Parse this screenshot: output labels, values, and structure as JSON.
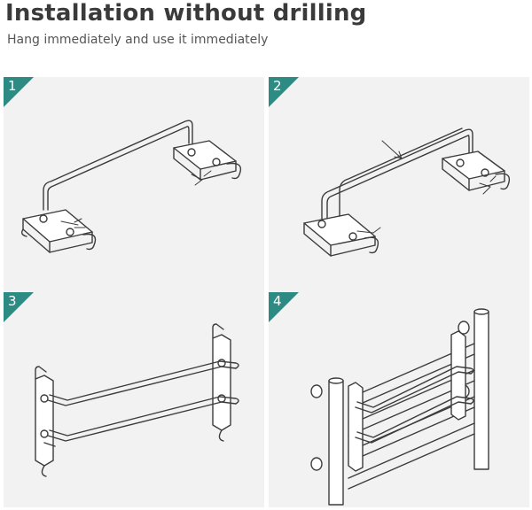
{
  "header": {
    "title": "Installation without drilling",
    "subtitle": "Hang immediately and use it immediately"
  },
  "steps": [
    {
      "number": "1",
      "icon": "bracket-screw-assembly-illustration"
    },
    {
      "number": "2",
      "icon": "rail-insertion-illustration"
    },
    {
      "number": "3",
      "icon": "door-hanging-towel-rack-illustration"
    },
    {
      "number": "4",
      "icon": "radiator-mounted-rack-illustration"
    }
  ],
  "colors": {
    "badge": "#2e8b84",
    "panel_background": "#f2f2f2",
    "title_text": "#3a3a3a",
    "line_art": "#3c3c3c"
  }
}
